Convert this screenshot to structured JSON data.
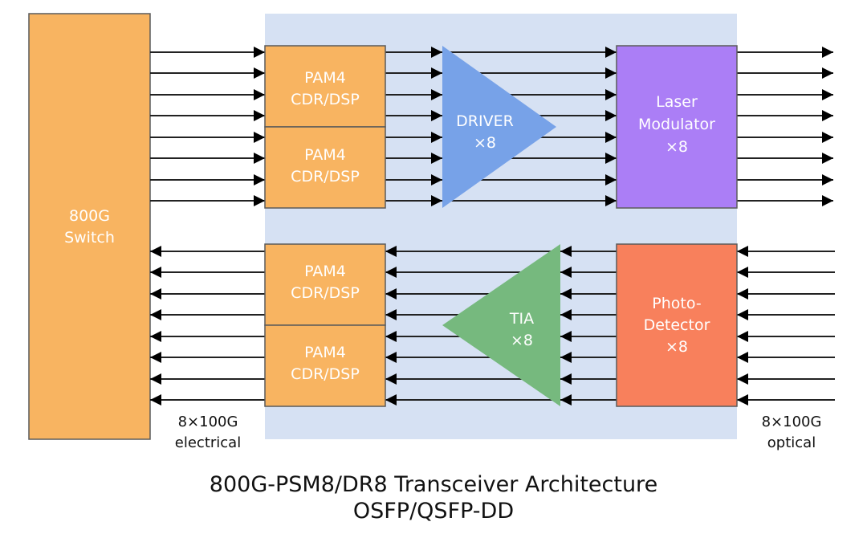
{
  "colors": {
    "switch": "#f8b461",
    "module_bg": "#d6e1f3",
    "pam4": "#f8b461",
    "driver": "#77a2e8",
    "laser_modulator": "#ab7ef6",
    "tia": "#76b97e",
    "photodetector": "#f8805c",
    "block_border": "#5b5b5b",
    "signal": "#222222"
  },
  "switch": {
    "lines": [
      "800G",
      "Switch"
    ]
  },
  "transmit": {
    "lanes": 8,
    "pam4_blocks": [
      {
        "lines": [
          "PAM4",
          "CDR/DSP"
        ]
      },
      {
        "lines": [
          "PAM4",
          "CDR/DSP"
        ]
      }
    ],
    "driver": {
      "lines": [
        "DRIVER",
        "×8"
      ]
    },
    "laser_modulator": {
      "lines": [
        "Laser",
        "Modulator",
        "×8"
      ]
    }
  },
  "receive": {
    "lanes": 8,
    "pam4_blocks": [
      {
        "lines": [
          "PAM4",
          "CDR/DSP"
        ]
      },
      {
        "lines": [
          "PAM4",
          "CDR/DSP"
        ]
      }
    ],
    "tia": {
      "lines": [
        "TIA",
        "×8"
      ]
    },
    "photodetector": {
      "lines": [
        "Photo-",
        "Detector",
        "×8"
      ]
    }
  },
  "labels": {
    "electrical": [
      "8×100G",
      "electrical"
    ],
    "optical": [
      "8×100G",
      "optical"
    ]
  },
  "title": {
    "line1": "800G-PSM8/DR8 Transceiver Architecture",
    "line2": "OSFP/QSFP-DD"
  }
}
